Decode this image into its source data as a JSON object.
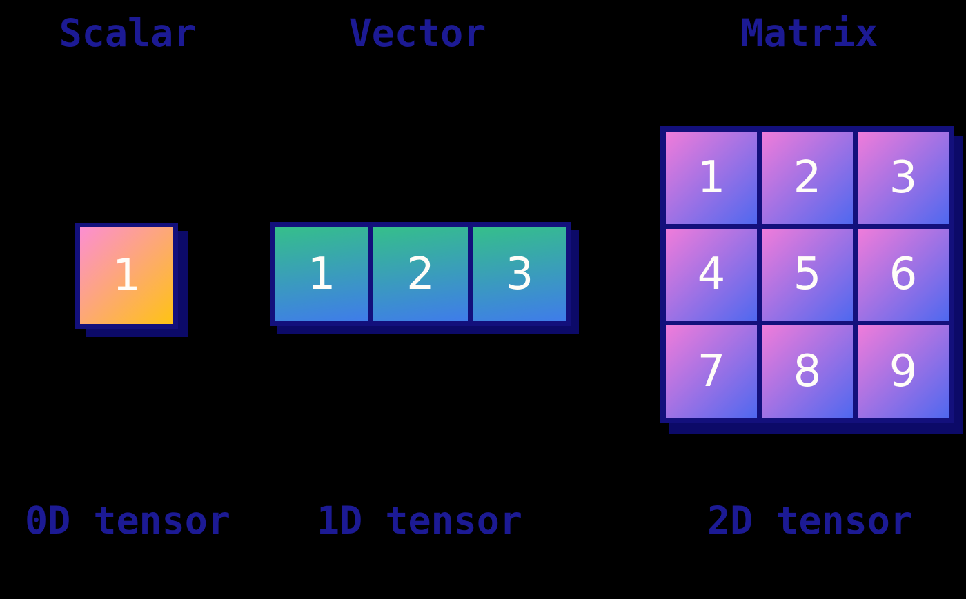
{
  "canvas": {
    "background": "#000000",
    "title_color": "#1c1a94",
    "border_color": "#13107c",
    "shadow_color": "#0c0a68",
    "number_color": "#fffdf8"
  },
  "scalar": {
    "title": "Scalar",
    "label": "0D tensor",
    "cells": [
      [
        "1"
      ]
    ],
    "gradient_start": "#fc8ed2",
    "gradient_end": "#fec313"
  },
  "vector": {
    "title": "Vector",
    "label": "1D tensor",
    "cells": [
      [
        "1",
        "2",
        "3"
      ]
    ],
    "gradient_start": "#35bf8a",
    "gradient_end": "#3f7cea"
  },
  "matrix": {
    "title": "Matrix",
    "label": "2D tensor",
    "cells": [
      [
        "1",
        "2",
        "3"
      ],
      [
        "4",
        "5",
        "6"
      ],
      [
        "7",
        "8",
        "9"
      ]
    ],
    "gradient_start": "#f07cda",
    "gradient_end": "#4f68ef"
  }
}
